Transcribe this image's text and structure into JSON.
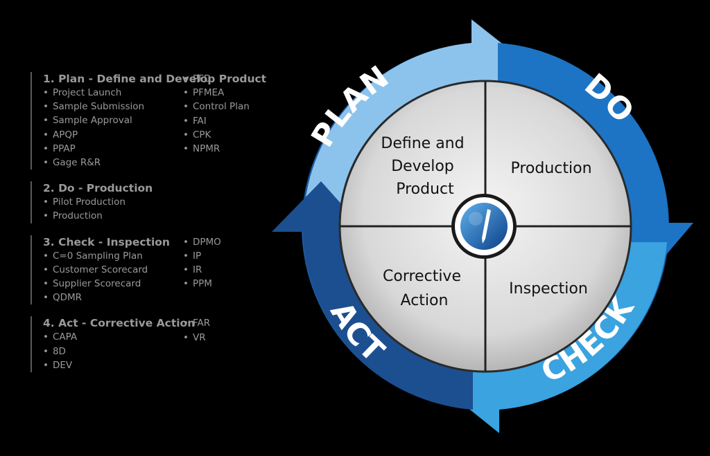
{
  "sections": [
    {
      "title": "1. Plan - Define and Develop Product",
      "col1": [
        "Project Launch",
        "Sample Submission",
        "Sample Approval",
        "APQP",
        "PPAP",
        "Gage R&R"
      ],
      "col2": [
        "PFD",
        "PFMEA",
        "Control Plan",
        "FAI",
        "CPK",
        "NPMR"
      ]
    },
    {
      "title": "2. Do - Production",
      "col1": [
        "Pilot Production",
        "Production"
      ],
      "col2": []
    },
    {
      "title": "3. Check - Inspection",
      "col1": [
        "C=0 Sampling Plan",
        "Customer Scorecard",
        "Supplier Scorecard",
        "QDMR"
      ],
      "col2": [
        "DPMO",
        "IP",
        "IR",
        "PPM"
      ]
    },
    {
      "title": "4. Act - Corrective Action",
      "col1": [
        "CAPA",
        "8D",
        "DEV"
      ],
      "col2": [
        "FAR",
        "VR"
      ]
    }
  ],
  "cycle": {
    "arrows": [
      "PLAN",
      "DO",
      "CHECK",
      "ACT"
    ],
    "quadrants": {
      "top_left": [
        "Define and",
        "Develop",
        "Product"
      ],
      "top_right": [
        "Production"
      ],
      "bottom_left": [
        "Corrective",
        "Action"
      ],
      "bottom_right": [
        "Inspection"
      ]
    }
  },
  "colors": {
    "plan": "#8cc3ec",
    "do": "#1d74c4",
    "check": "#3aa3e0",
    "act": "#1c4f90",
    "background": "#000000"
  },
  "icons": {
    "center": "pen-logo-icon"
  }
}
